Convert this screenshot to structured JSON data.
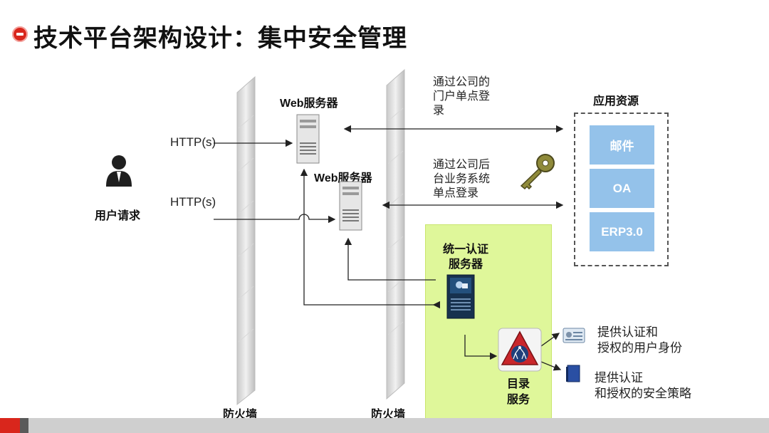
{
  "header": {
    "title": "技术平台架构设计：集中安全管理"
  },
  "user": {
    "label": "用户请求",
    "protocol_1": "HTTP(s)",
    "protocol_2": "HTTP(s)"
  },
  "servers": {
    "web_1": "Web服务器",
    "web_2": "Web服务器"
  },
  "firewalls": {
    "left": "防火墙",
    "right": "防火墙"
  },
  "notes": {
    "portal_sso": [
      "通过公司的",
      "门户单点登",
      "录"
    ],
    "backend_sso": [
      "通过公司后",
      "台业务系统",
      "单点登录"
    ]
  },
  "resources": {
    "title": "应用资源",
    "items": [
      "邮件",
      "OA",
      "ERP3.0"
    ]
  },
  "auth": {
    "server_label": [
      "统一认证",
      "服务器"
    ],
    "directory_label": [
      "目录",
      "服务"
    ],
    "provide_identity": [
      "提供认证和",
      "授权的用户身份"
    ],
    "provide_policy": [
      "提供认证",
      "和授权的安全策略"
    ]
  },
  "icons": [
    "bullet-icon",
    "user-icon",
    "server-icon",
    "key-icon",
    "directory-icon",
    "id-card-icon",
    "policy-book-icon"
  ],
  "colors": {
    "accent_red": "#d9261c",
    "auth_panel": "#dff79a",
    "resource_tile": "#94c2ea"
  }
}
